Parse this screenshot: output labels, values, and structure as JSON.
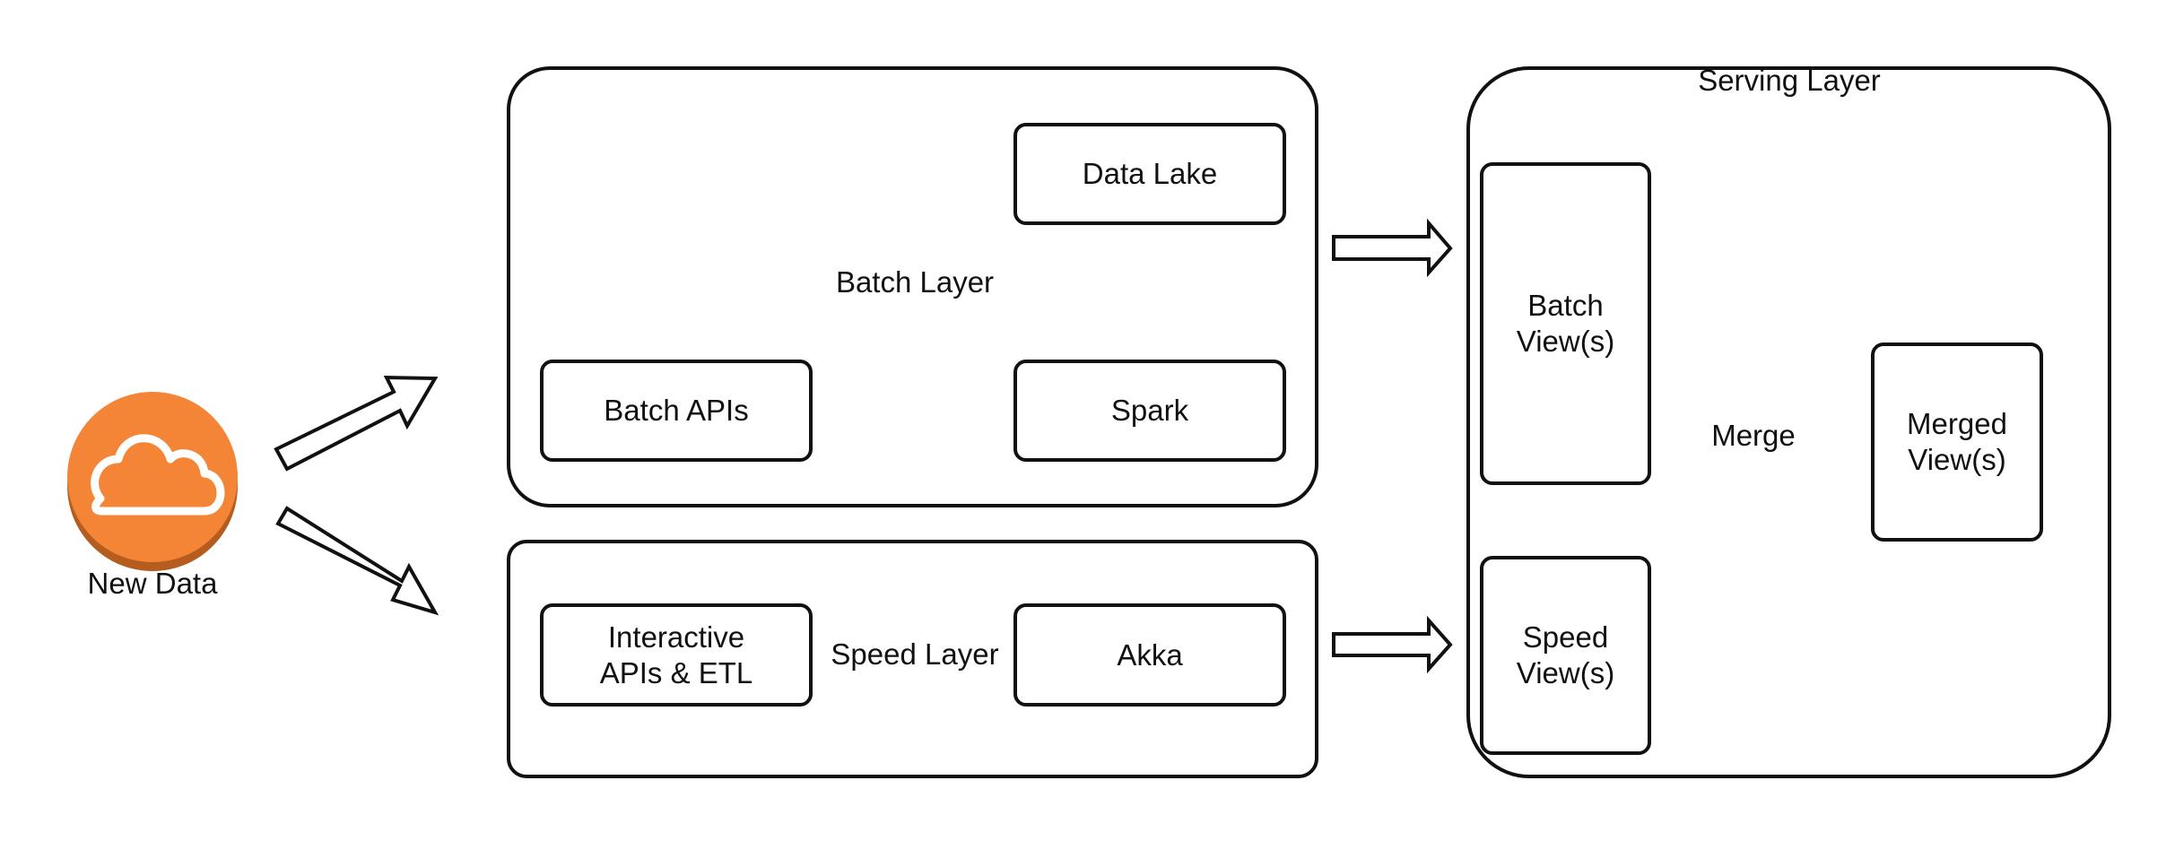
{
  "source": {
    "label": "New Data",
    "icon": "cloud-icon",
    "color": "#f58536",
    "shadow_color": "#b55c1f"
  },
  "batch_layer": {
    "label": "Batch Layer",
    "icon": "refresh-icon",
    "components": {
      "data_lake": "Data Lake",
      "batch_apis": "Batch APIs",
      "spark": "Spark"
    }
  },
  "speed_layer": {
    "label": "Speed Layer",
    "components": {
      "interactive": "Interactive\nAPIs & ETL",
      "akka": "Akka"
    }
  },
  "serving_layer": {
    "label": "Serving Layer",
    "batch_views": "Batch\nView(s)",
    "speed_views": "Speed\nView(s)",
    "merge_label": "Merge",
    "merged_views": "Merged\nView(s)"
  },
  "colors": {
    "stroke": "#111111",
    "icon_gray": "#555555"
  }
}
